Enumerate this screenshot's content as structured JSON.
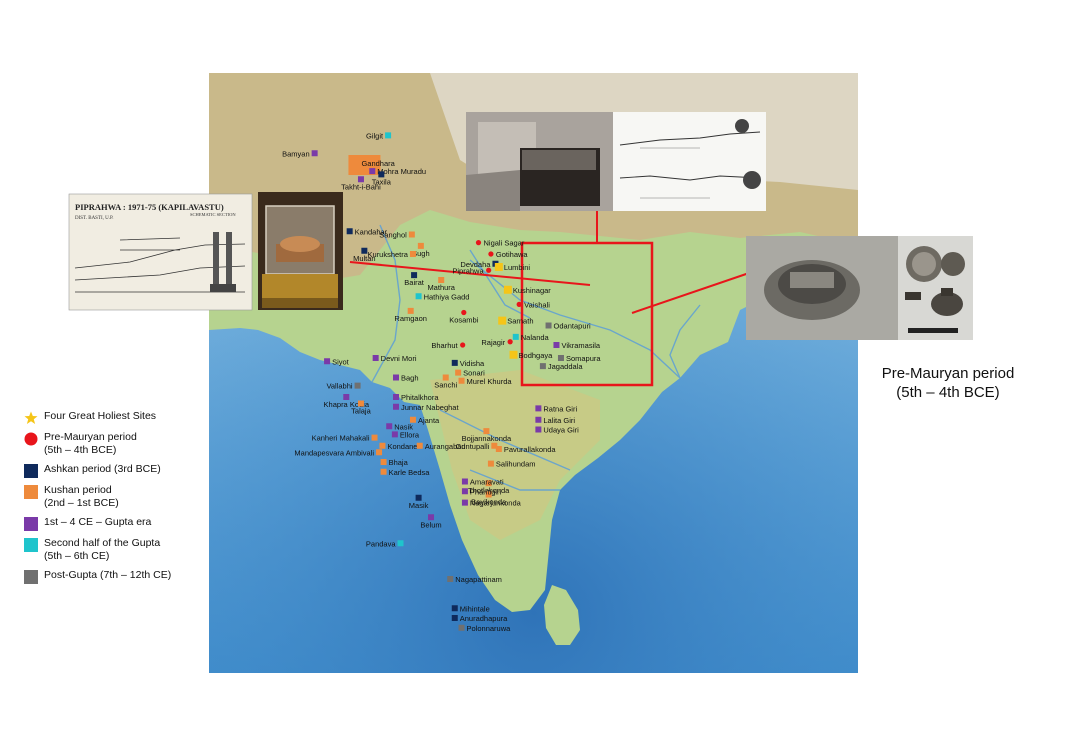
{
  "caption": {
    "line1": "Pre-Mauryan period",
    "line2": "(5th – 4th BCE)"
  },
  "inset_photo": {
    "title": "PIPRAHWA : 1971-75 (KAPILAVASTU)",
    "subtitle": "DIST. BASTI, U.P.",
    "schematic": "SCHEMATIC SECTION"
  },
  "legend": [
    {
      "key": "holy",
      "label": "Four Great Holiest Sites",
      "color": "#f5c518",
      "shape": "star"
    },
    {
      "key": "pre",
      "label": "Pre-Mauryan period",
      "label2": "(5th – 4th BCE)",
      "color": "#e8151b",
      "shape": "circle"
    },
    {
      "key": "ashokan",
      "label": "Ashkan period (3rd BCE)",
      "color": "#0f2a5c",
      "shape": "square"
    },
    {
      "key": "kushan",
      "label": "Kushan period",
      "label2": "(2nd – 1st BCE)",
      "color": "#ee8a3c",
      "shape": "square"
    },
    {
      "key": "gupta",
      "label": "1st – 4 CE –  Gupta era",
      "color": "#7a3aa8",
      "shape": "square"
    },
    {
      "key": "lategupta",
      "label": "Second half of the Gupta",
      "label2": "(5th – 6th CE)",
      "color": "#1fc4cc",
      "shape": "square"
    },
    {
      "key": "post",
      "label": "Post-Gupta (7th – 12th CE)",
      "color": "#707070",
      "shape": "square"
    }
  ],
  "sites": [
    {
      "name": "Bamyan",
      "type": "gupta",
      "lon": 67.8,
      "lat": 34.8,
      "anchor": "end"
    },
    {
      "name": "Gandhara",
      "type": "kushan",
      "lon": 71.5,
      "lat": 34.2,
      "anchor": "start"
    },
    {
      "name": "Gilgit",
      "type": "lategupta",
      "lon": 74.3,
      "lat": 35.9,
      "anchor": "end"
    },
    {
      "name": "Mohra Muradu",
      "type": "gupta",
      "lon": 72.9,
      "lat": 33.7,
      "anchor": "start"
    },
    {
      "name": "Takht-i-Bahi",
      "type": "gupta",
      "lon": 71.9,
      "lat": 33.2,
      "anchor": "middle"
    },
    {
      "name": "Taxila",
      "type": "ashokan",
      "lon": 73.7,
      "lat": 33.5,
      "anchor": "middle"
    },
    {
      "name": "Kandahar",
      "type": "ashokan",
      "lon": 70.9,
      "lat": 30.0,
      "anchor": "start"
    },
    {
      "name": "Multan",
      "type": "ashokan",
      "lon": 72.2,
      "lat": 28.8,
      "anchor": "middle"
    },
    {
      "name": "Sanghol",
      "type": "kushan",
      "lon": 76.4,
      "lat": 29.8,
      "anchor": "end"
    },
    {
      "name": "Sugh",
      "type": "kushan",
      "lon": 77.2,
      "lat": 29.1,
      "anchor": "middle"
    },
    {
      "name": "Kurukshetra",
      "type": "kushan",
      "lon": 76.5,
      "lat": 28.6,
      "anchor": "end"
    },
    {
      "name": "Nigali Sagar",
      "type": "pre",
      "lon": 82.3,
      "lat": 29.3,
      "anchor": "start"
    },
    {
      "name": "Gotihawa",
      "type": "pre",
      "lon": 83.4,
      "lat": 28.6,
      "anchor": "start"
    },
    {
      "name": "Devdaha",
      "type": "ashokan",
      "lon": 83.8,
      "lat": 28.0,
      "anchor": "end"
    },
    {
      "name": "Lumbini",
      "type": "holy",
      "lon": 84.1,
      "lat": 27.8,
      "anchor": "start"
    },
    {
      "name": "Piprahwa",
      "type": "pre",
      "lon": 83.2,
      "lat": 27.6,
      "anchor": "end"
    },
    {
      "name": "Mathura",
      "type": "kushan",
      "lon": 79.0,
      "lat": 27.0,
      "anchor": "middle"
    },
    {
      "name": "Bairat",
      "type": "ashokan",
      "lon": 76.6,
      "lat": 27.3,
      "anchor": "middle"
    },
    {
      "name": "Kushinagar",
      "type": "holy",
      "lon": 84.9,
      "lat": 26.4,
      "anchor": "start"
    },
    {
      "name": "Hathiya Gadd",
      "type": "lategupta",
      "lon": 77.0,
      "lat": 26.0,
      "anchor": "start"
    },
    {
      "name": "Ramgaon",
      "type": "kushan",
      "lon": 76.3,
      "lat": 25.1,
      "anchor": "middle"
    },
    {
      "name": "Vaishali",
      "type": "pre",
      "lon": 85.9,
      "lat": 25.5,
      "anchor": "start"
    },
    {
      "name": "Kosambi",
      "type": "pre",
      "lon": 81.0,
      "lat": 25.0,
      "anchor": "middle"
    },
    {
      "name": "Sarnath",
      "type": "holy",
      "lon": 84.4,
      "lat": 24.5,
      "anchor": "start"
    },
    {
      "name": "Odantapuri",
      "type": "post",
      "lon": 88.5,
      "lat": 24.2,
      "anchor": "start"
    },
    {
      "name": "Nalanda",
      "type": "lategupta",
      "lon": 85.6,
      "lat": 23.5,
      "anchor": "start"
    },
    {
      "name": "Rajagir",
      "type": "pre",
      "lon": 85.1,
      "lat": 23.2,
      "anchor": "end"
    },
    {
      "name": "Vikramasila",
      "type": "gupta",
      "lon": 89.2,
      "lat": 23.0,
      "anchor": "start"
    },
    {
      "name": "Bodhgaya",
      "type": "holy",
      "lon": 85.4,
      "lat": 22.4,
      "anchor": "start"
    },
    {
      "name": "Somapura",
      "type": "post",
      "lon": 89.6,
      "lat": 22.2,
      "anchor": "start"
    },
    {
      "name": "Jagaddala",
      "type": "post",
      "lon": 88.0,
      "lat": 21.7,
      "anchor": "start"
    },
    {
      "name": "Bharhut",
      "type": "pre",
      "lon": 80.9,
      "lat": 23.0,
      "anchor": "end"
    },
    {
      "name": "Vidisha",
      "type": "ashokan",
      "lon": 80.2,
      "lat": 21.9,
      "anchor": "start"
    },
    {
      "name": "Sonari",
      "type": "kushan",
      "lon": 80.5,
      "lat": 21.3,
      "anchor": "start"
    },
    {
      "name": "Sanchi",
      "type": "kushan",
      "lon": 79.4,
      "lat": 21.0,
      "anchor": "middle"
    },
    {
      "name": "Murel Khurda",
      "type": "kushan",
      "lon": 80.8,
      "lat": 20.8,
      "anchor": "start"
    },
    {
      "name": "Devni Mori",
      "type": "gupta",
      "lon": 73.2,
      "lat": 22.2,
      "anchor": "start"
    },
    {
      "name": "Siyot",
      "type": "gupta",
      "lon": 68.9,
      "lat": 22.0,
      "anchor": "start"
    },
    {
      "name": "Bagh",
      "type": "gupta",
      "lon": 75.0,
      "lat": 21.0,
      "anchor": "start"
    },
    {
      "name": "Vallabhi",
      "type": "post",
      "lon": 71.6,
      "lat": 20.5,
      "anchor": "end"
    },
    {
      "name": "Khapra Kodia",
      "type": "gupta",
      "lon": 70.6,
      "lat": 19.8,
      "anchor": "middle"
    },
    {
      "name": "Talaja",
      "type": "kushan",
      "lon": 71.9,
      "lat": 19.4,
      "anchor": "middle"
    },
    {
      "name": "Phitalkhora",
      "type": "gupta",
      "lon": 75.0,
      "lat": 19.8,
      "anchor": "start"
    },
    {
      "name": "Junnar Nabeghat",
      "type": "gupta",
      "lon": 75.0,
      "lat": 19.2,
      "anchor": "start"
    },
    {
      "name": "Ajanta",
      "type": "kushan",
      "lon": 76.5,
      "lat": 18.4,
      "anchor": "start"
    },
    {
      "name": "Nasik",
      "type": "gupta",
      "lon": 74.4,
      "lat": 18.0,
      "anchor": "start"
    },
    {
      "name": "Ellora",
      "type": "gupta",
      "lon": 74.9,
      "lat": 17.5,
      "anchor": "start"
    },
    {
      "name": "Kanheri Mahakali",
      "type": "kushan",
      "lon": 73.1,
      "lat": 17.3,
      "anchor": "end"
    },
    {
      "name": "Kondane",
      "type": "kushan",
      "lon": 73.8,
      "lat": 16.8,
      "anchor": "start"
    },
    {
      "name": "Aurangabad",
      "type": "kushan",
      "lon": 77.1,
      "lat": 16.8,
      "anchor": "start"
    },
    {
      "name": "Mandapesvara Ambivali",
      "type": "kushan",
      "lon": 73.5,
      "lat": 16.4,
      "anchor": "end"
    },
    {
      "name": "Bhaja",
      "type": "kushan",
      "lon": 73.9,
      "lat": 15.8,
      "anchor": "start"
    },
    {
      "name": "Karle Bedsa",
      "type": "kushan",
      "lon": 73.9,
      "lat": 15.2,
      "anchor": "start"
    },
    {
      "name": "Ratna Giri",
      "type": "gupta",
      "lon": 87.6,
      "lat": 19.1,
      "anchor": "start"
    },
    {
      "name": "Lalita Giri",
      "type": "gupta",
      "lon": 87.6,
      "lat": 18.4,
      "anchor": "start"
    },
    {
      "name": "Udaya Giri",
      "type": "gupta",
      "lon": 87.6,
      "lat": 17.8,
      "anchor": "start"
    },
    {
      "name": "Bojjannakonda",
      "type": "kushan",
      "lon": 83.0,
      "lat": 17.7,
      "anchor": "middle"
    },
    {
      "name": "Guntupalli",
      "type": "kushan",
      "lon": 83.7,
      "lat": 16.8,
      "anchor": "end"
    },
    {
      "name": "Pavurallakonda",
      "type": "kushan",
      "lon": 84.1,
      "lat": 16.6,
      "anchor": "start"
    },
    {
      "name": "Salihundam",
      "type": "kushan",
      "lon": 83.4,
      "lat": 15.7,
      "anchor": "start"
    },
    {
      "name": "Thotlakonda",
      "type": "kushan",
      "lon": 83.2,
      "lat": 14.5,
      "anchor": "middle"
    },
    {
      "name": "Bavikonda",
      "type": "kushan",
      "lon": 83.2,
      "lat": 13.8,
      "anchor": "middle"
    },
    {
      "name": "Amaravati",
      "type": "gupta",
      "lon": 81.1,
      "lat": 14.6,
      "anchor": "start"
    },
    {
      "name": "Phantigiri",
      "type": "gupta",
      "lon": 81.1,
      "lat": 14.0,
      "anchor": "start"
    },
    {
      "name": "Nagarjunkonda",
      "type": "gupta",
      "lon": 81.1,
      "lat": 13.3,
      "anchor": "start"
    },
    {
      "name": "Masik",
      "type": "ashokan",
      "lon": 77.0,
      "lat": 13.6,
      "anchor": "middle"
    },
    {
      "name": "Belum",
      "type": "gupta",
      "lon": 78.1,
      "lat": 12.4,
      "anchor": "middle"
    },
    {
      "name": "Pandava",
      "type": "lategupta",
      "lon": 75.4,
      "lat": 10.8,
      "anchor": "end"
    },
    {
      "name": "Nagapattinam",
      "type": "post",
      "lon": 79.8,
      "lat": 8.6,
      "anchor": "start"
    },
    {
      "name": "Mihintale",
      "type": "ashokan",
      "lon": 80.2,
      "lat": 6.8,
      "anchor": "start"
    },
    {
      "name": "Anuradhapura",
      "type": "ashokan",
      "lon": 80.2,
      "lat": 6.2,
      "anchor": "start"
    },
    {
      "name": "Polonnaruwa",
      "type": "post",
      "lon": 80.8,
      "lat": 5.6,
      "anchor": "start"
    }
  ]
}
